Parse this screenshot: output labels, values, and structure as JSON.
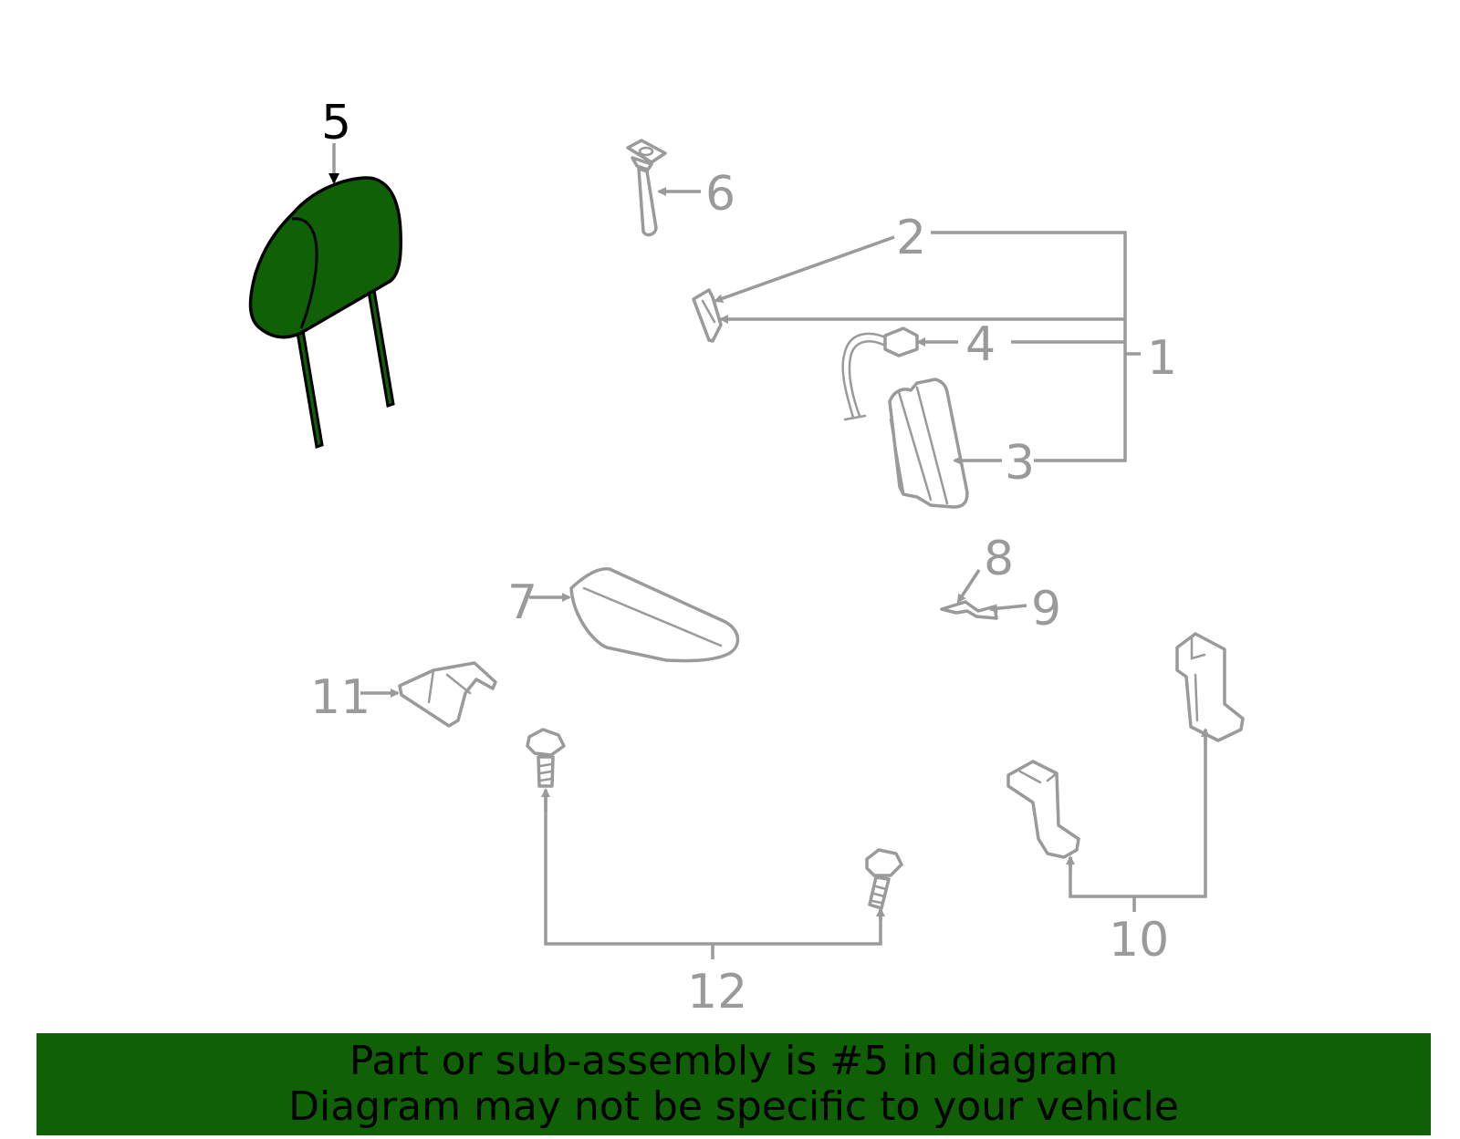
{
  "colors": {
    "highlight_fill": "#106006",
    "line_gray": "#9a9a9a",
    "banner_bg": "#106006",
    "banner_text": "#000000"
  },
  "callouts": {
    "c1": "1",
    "c2": "2",
    "c3": "3",
    "c4": "4",
    "c5": "5",
    "c6": "6",
    "c7": "7",
    "c8": "8",
    "c9": "9",
    "c10": "10",
    "c11": "11",
    "c12": "12"
  },
  "highlighted_part": "5",
  "banner": {
    "line1": "Part or sub-assembly is #5 in diagram",
    "line2": "Diagram may not be specific to your vehicle"
  }
}
